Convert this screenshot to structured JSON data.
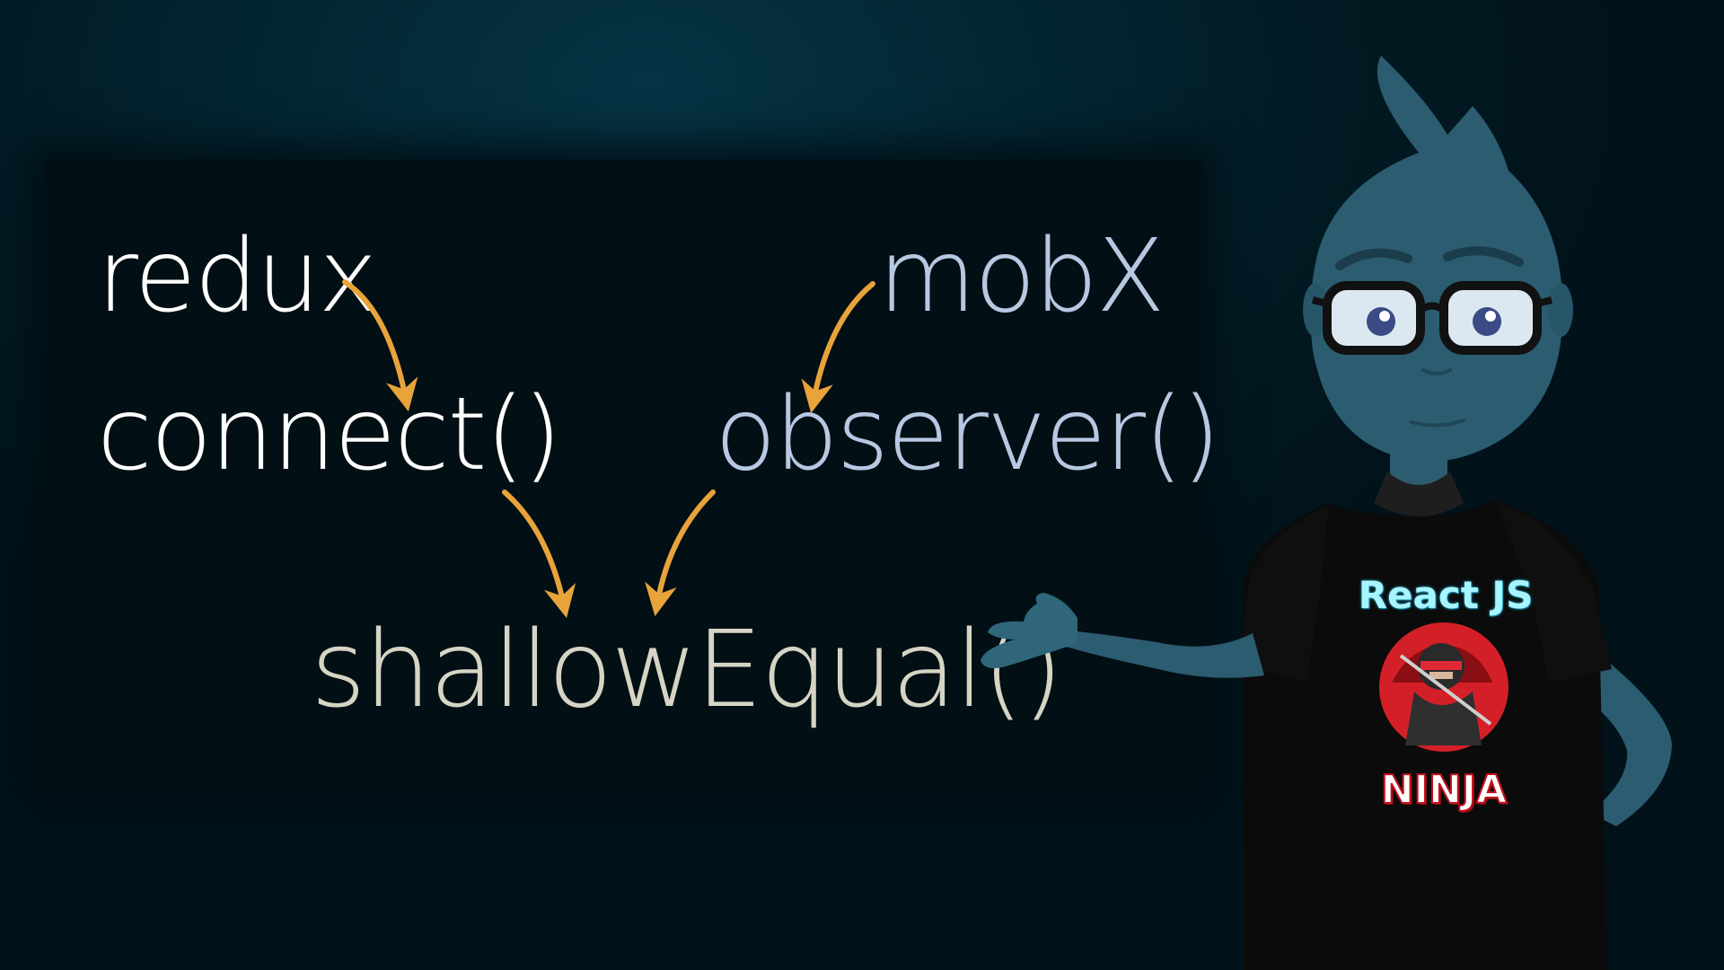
{
  "slide": {
    "terms": {
      "redux": "redux",
      "mobx": "mobX",
      "connect": "connect()",
      "observer": "observer()",
      "shallow_equal": "shallowEqual()"
    },
    "colors": {
      "background": "#032532",
      "board": "#020f14",
      "white_text": "#ffffff",
      "mobx_text": "#b7c8e3",
      "shallow_text": "#d6d4c4",
      "arrow": "#e8a33a"
    }
  },
  "presenter": {
    "shirt_title": "React JS",
    "shirt_caption": "NINJA",
    "colors": {
      "skin": "#2b5c70",
      "shirt": "#0b0b0b",
      "logo_red": "#d32028"
    },
    "icons": [
      "presenter-character-icon",
      "ninja-logo-icon"
    ]
  }
}
